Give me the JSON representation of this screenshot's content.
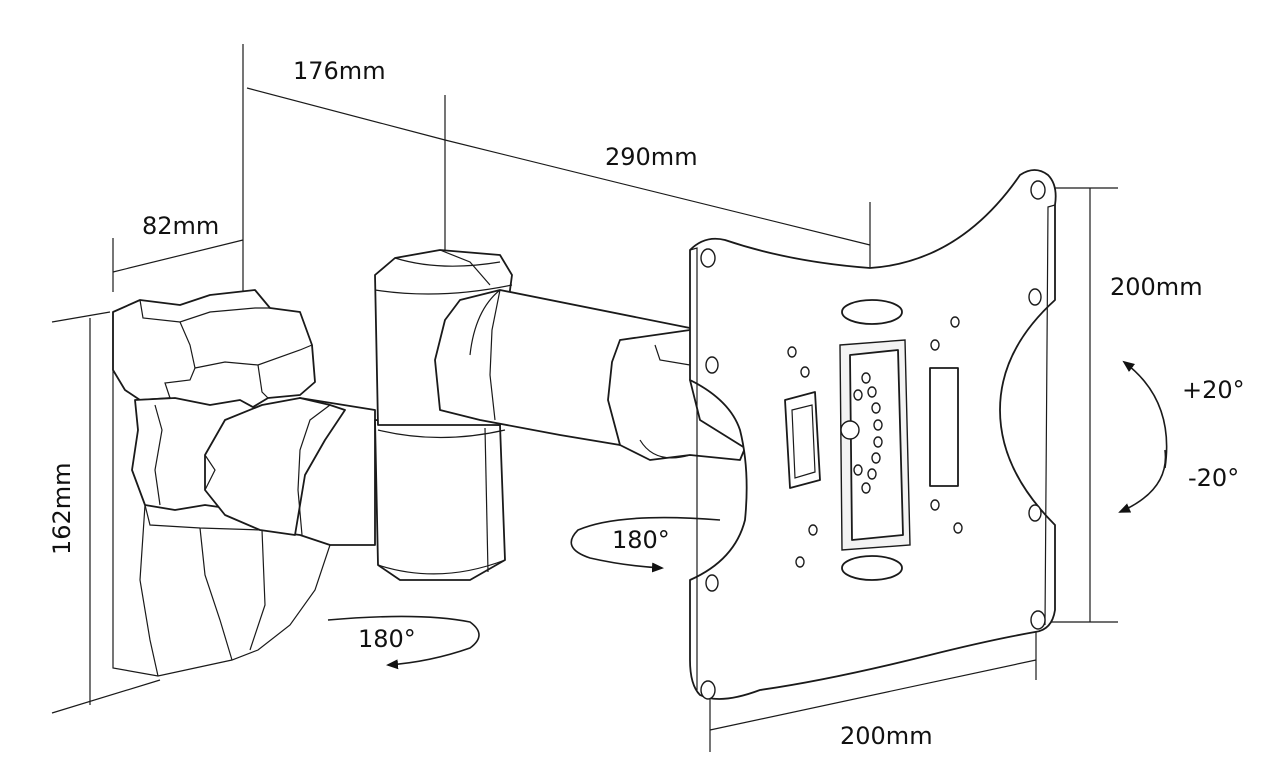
{
  "dimensions": {
    "arm_depth": "82mm",
    "first_arm": "176mm",
    "second_arm": "290mm",
    "wall_plate_height": "162mm",
    "vesa_vertical": "200mm",
    "vesa_horizontal": "200mm"
  },
  "rotations": {
    "wall_swivel": "180°",
    "arm_swivel": "180°",
    "tilt_up": "+20°",
    "tilt_down": "-20°"
  }
}
